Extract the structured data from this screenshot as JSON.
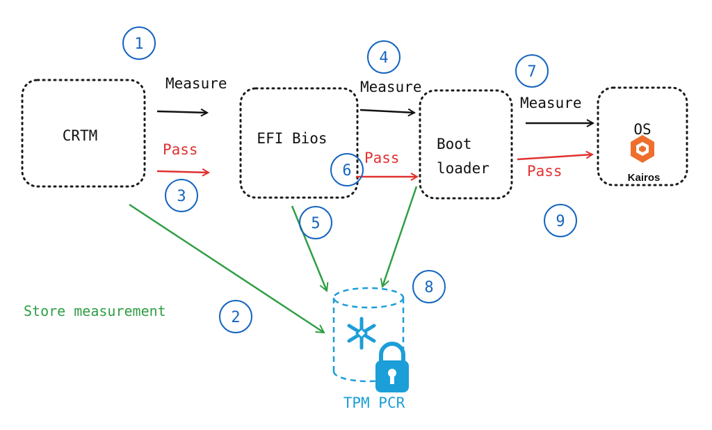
{
  "boxes": {
    "crtm": "CRTM",
    "efi": "EFI Bios",
    "boot_line1": "Boot",
    "boot_line2": "loader",
    "os": "OS",
    "kairos": "Kairos"
  },
  "labels": {
    "measure": "Measure",
    "pass": "Pass",
    "store": "Store measurement",
    "tpm": "TPM PCR"
  },
  "steps": [
    "1",
    "2",
    "3",
    "4",
    "5",
    "6",
    "7",
    "8",
    "9"
  ],
  "colors": {
    "measure_arrow": "#111111",
    "pass_arrow": "#e03131",
    "store_arrow": "#2f9e44",
    "step_circle": "#1565c0",
    "tpm": "#1c9ed8",
    "kairos_logo": "#ee6f2d"
  },
  "icons": [
    "snowflake-icon",
    "lock-icon",
    "kairos-logo-icon"
  ]
}
